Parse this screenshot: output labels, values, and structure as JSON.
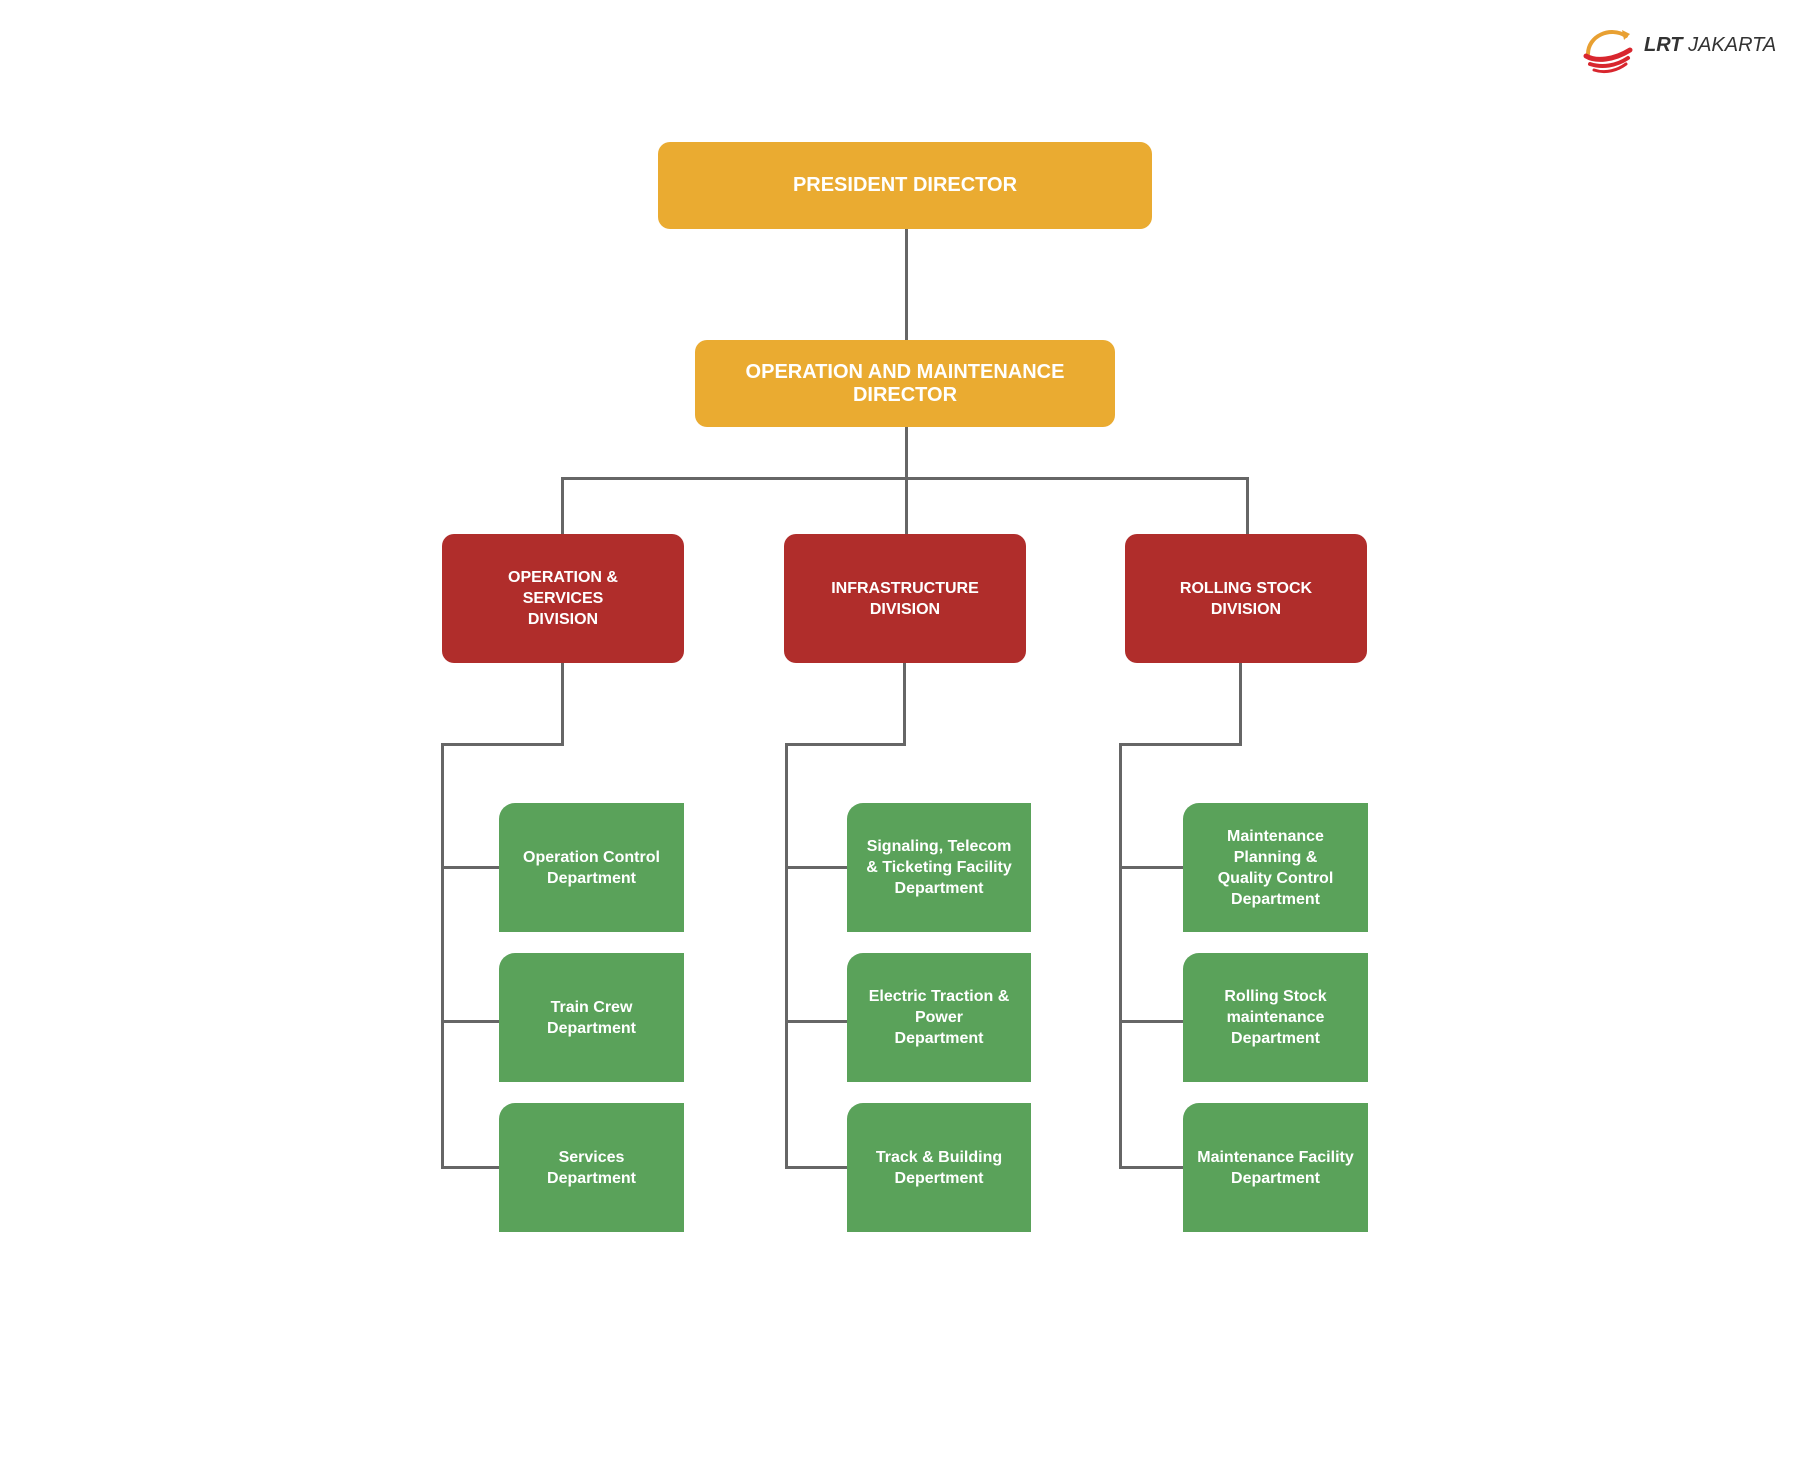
{
  "logo": {
    "brand_bold": "LRT",
    "brand_italic": "JAKARTA"
  },
  "president": {
    "label": "PRESIDENT DIRECTOR"
  },
  "om_director": {
    "label": "OPERATION AND MAINTENANCE DIRECTOR"
  },
  "divisions": [
    {
      "label": "OPERATION &\nSERVICES\nDIVISION",
      "departments": [
        "Operation Control\nDepartment",
        "Train Crew\nDepartment",
        "Services\nDepartment"
      ]
    },
    {
      "label": "INFRASTRUCTURE\nDIVISION",
      "departments": [
        "Signaling, Telecom\n& Ticketing Facility\nDepartment",
        "Electric Traction &\nPower\nDepartment",
        "Track & Building\nDepertment"
      ]
    },
    {
      "label": "ROLLING STOCK\nDIVISION",
      "departments": [
        "Maintenance\nPlanning &\nQuality Control\nDepartment",
        "Rolling Stock\nmaintenance\nDepartment",
        "Maintenance Facility\nDepartment"
      ]
    }
  ],
  "colors": {
    "director": "#eaab31",
    "division": "#b02d2b",
    "department": "#5aa25a",
    "connector": "#666666"
  }
}
